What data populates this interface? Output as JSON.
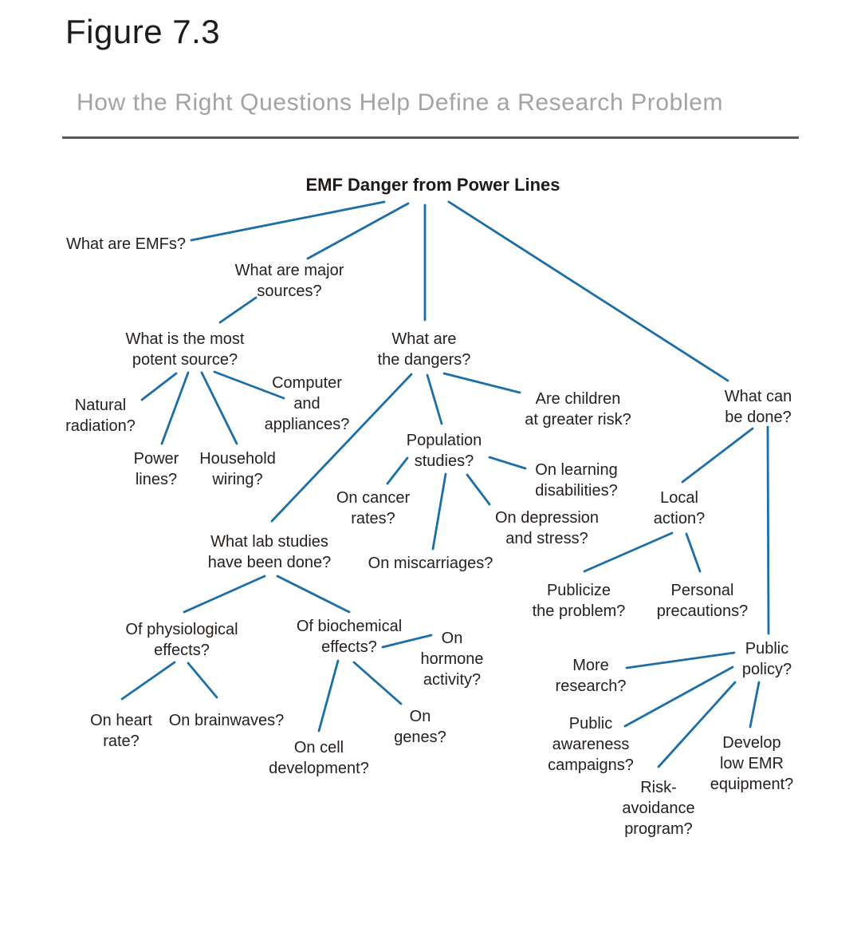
{
  "figure": {
    "label": "Figure 7.3",
    "subtitle": "How the Right Questions Help Define a Research Problem"
  },
  "colors": {
    "line": "#1c6ea9",
    "node_text": "#26211e",
    "title_text": "#1c1c1c",
    "subtitle_text": "#a3a3a3"
  },
  "diagram": {
    "root": "EMF Danger from Power Lines",
    "nodes": {
      "what_are_emfs": "What are EMFs?",
      "major_sources": "What are major\nsources?",
      "potent_source": "What is the most\npotent source?",
      "natural_radiation": "Natural\nradiation?",
      "power_lines": "Power\nlines?",
      "household_wiring": "Household\nwiring?",
      "computer_appliances": "Computer\nand\nappliances?",
      "dangers": "What are\nthe dangers?",
      "children_risk": "Are children\nat greater risk?",
      "population_studies": "Population\nstudies?",
      "learning_disabilities": "On learning\ndisabilities?",
      "cancer_rates": "On cancer\nrates?",
      "depression_stress": "On depression\nand stress?",
      "miscarriages": "On miscarriages?",
      "lab_studies": "What lab studies\nhave been done?",
      "physiological": "Of physiological\neffects?",
      "biochemical": "Of biochemical\neffects?",
      "hormone_activity": "On\nhormone\nactivity?",
      "heart_rate": "On heart\nrate?",
      "brainwaves": "On brainwaves?",
      "cell_development": "On cell\ndevelopment?",
      "genes": "On\ngenes?",
      "what_can_be_done": "What can\nbe done?",
      "local_action": "Local\naction?",
      "publicize": "Publicize\nthe problem?",
      "personal_precautions": "Personal\nprecautions?",
      "public_policy": "Public\npolicy?",
      "more_research": "More\nresearch?",
      "public_awareness": "Public\nawareness\ncampaigns?",
      "risk_avoidance": "Risk-\navoidance\nprogram?",
      "low_emr": "Develop\nlow EMR\nequipment?"
    }
  }
}
